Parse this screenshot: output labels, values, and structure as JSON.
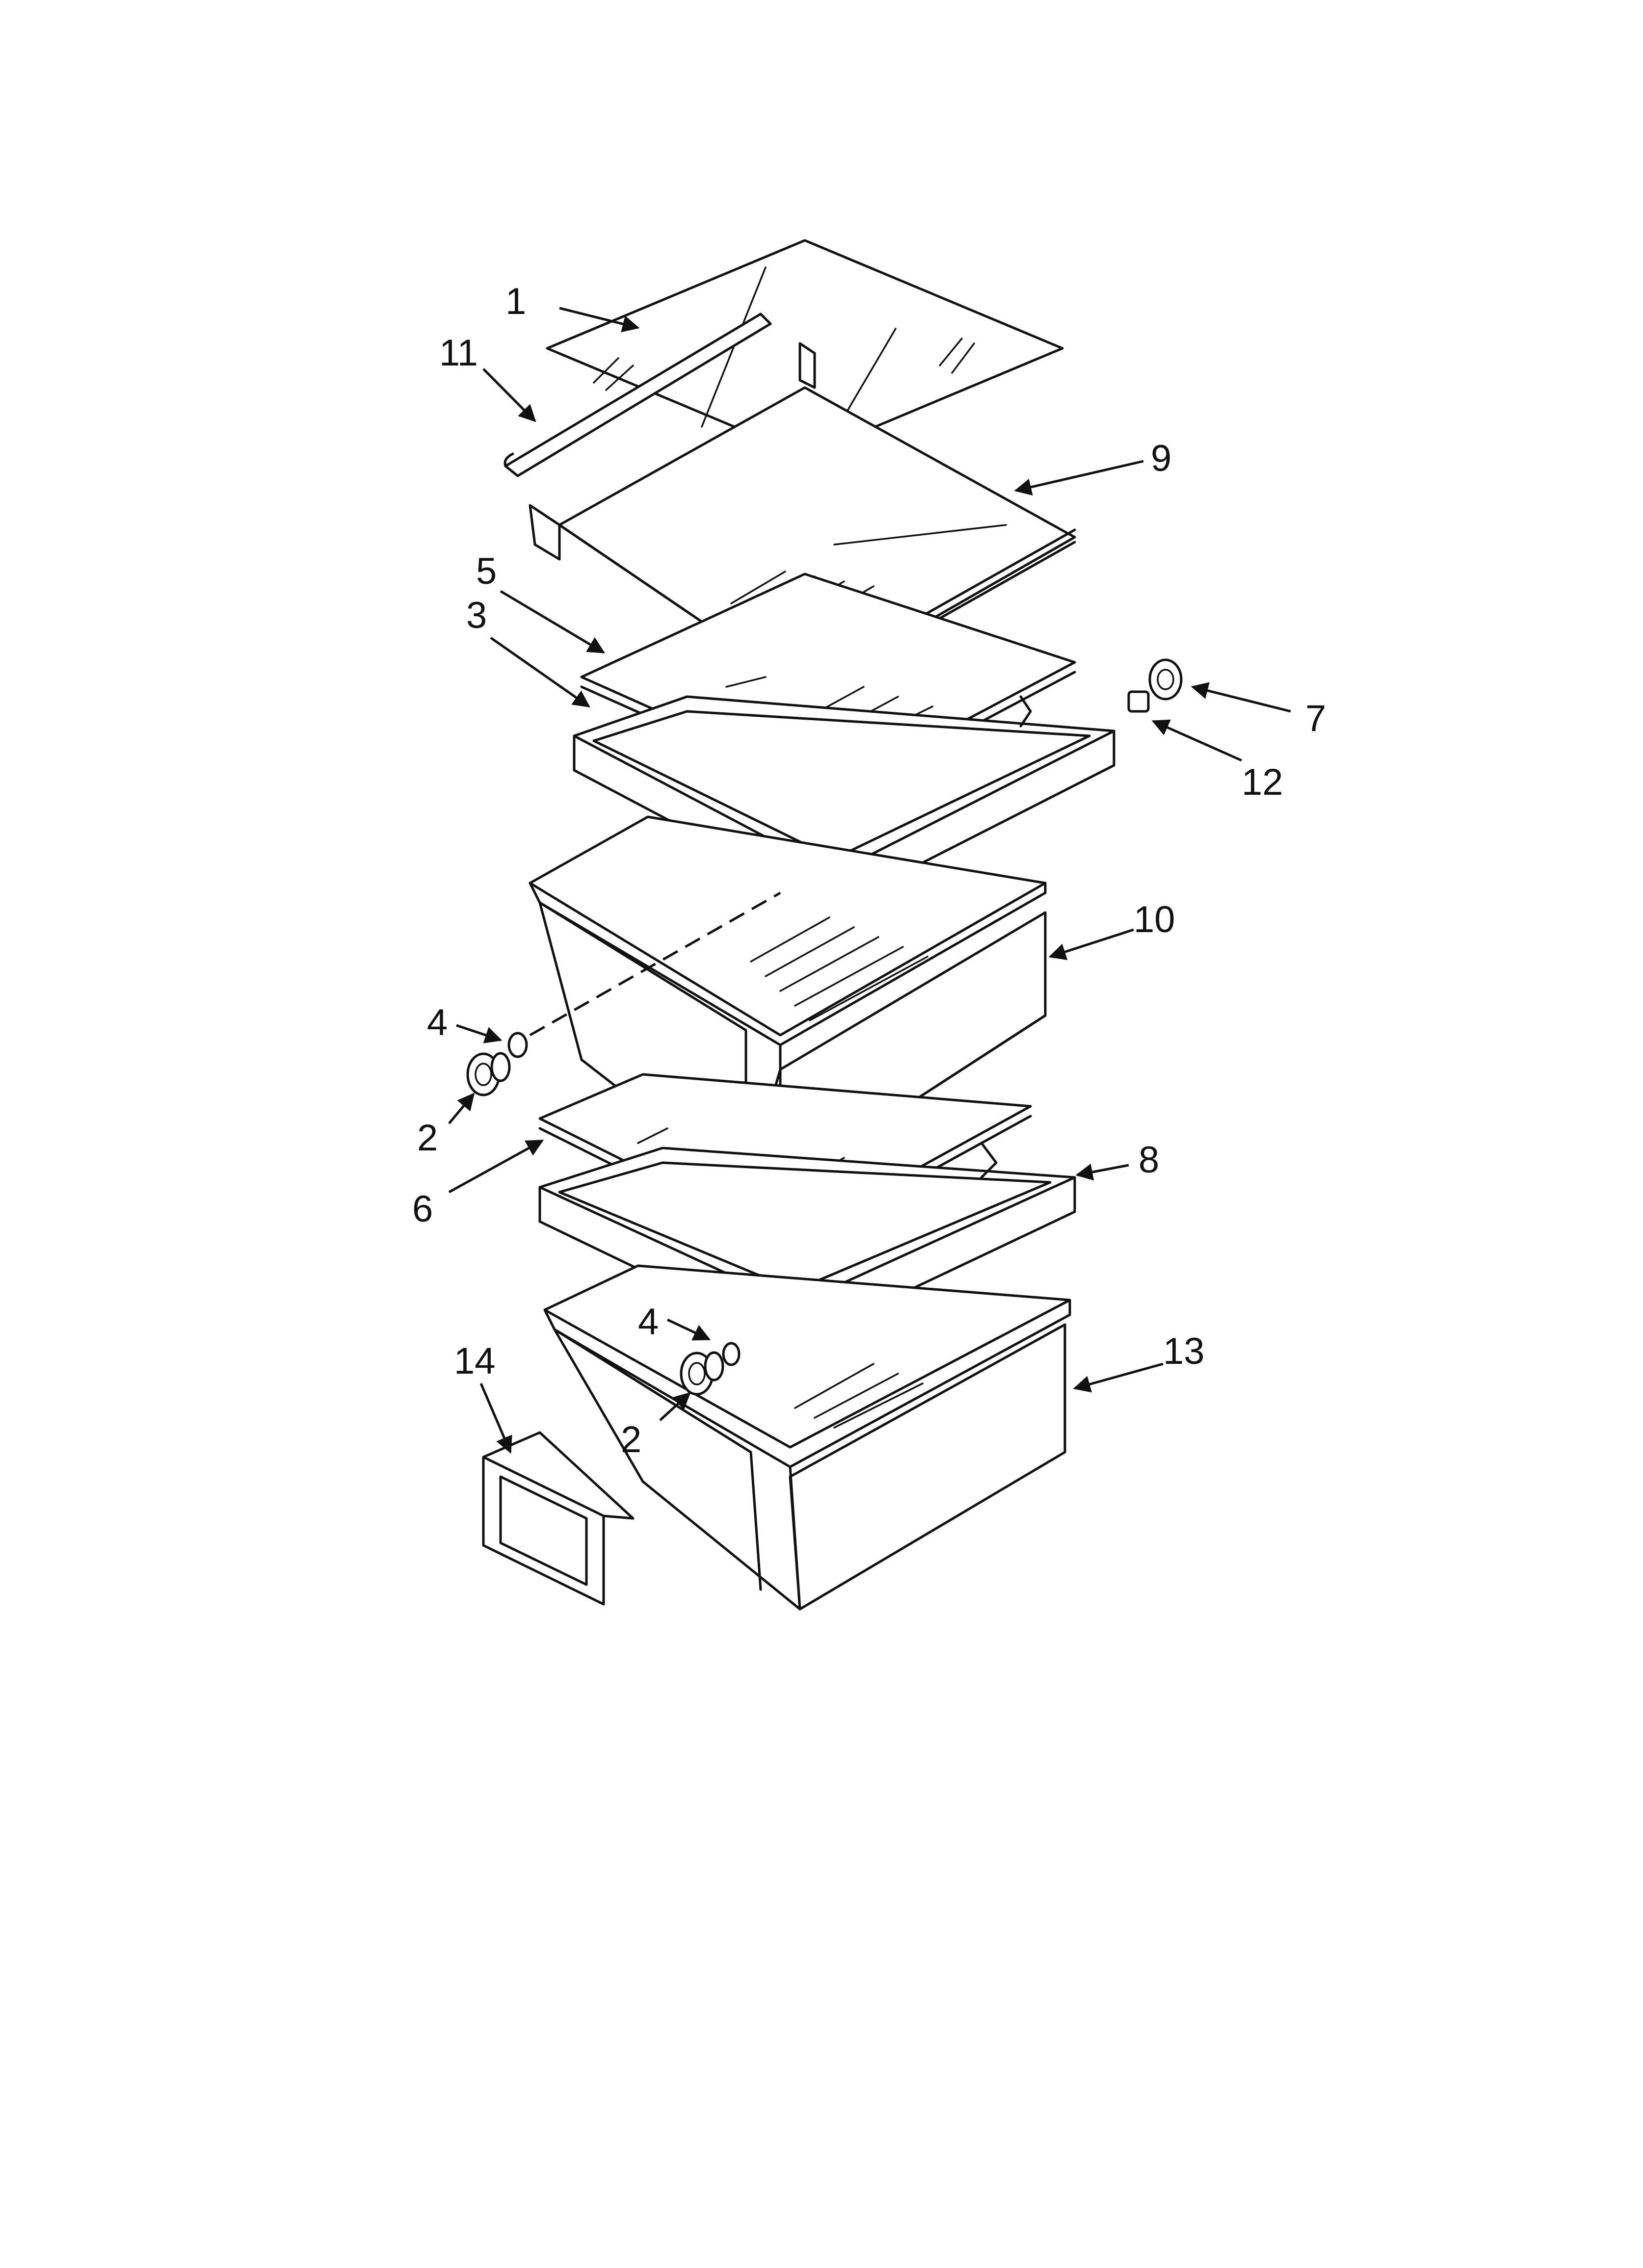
{
  "diagram": {
    "callouts": {
      "c1": "1",
      "c2a": "2",
      "c2b": "2",
      "c3": "3",
      "c4a": "4",
      "c4b": "4",
      "c5": "5",
      "c6": "6",
      "c7": "7",
      "c8": "8",
      "c9": "9",
      "c10": "10",
      "c11": "11",
      "c12": "12",
      "c13": "13",
      "c14": "14"
    }
  }
}
